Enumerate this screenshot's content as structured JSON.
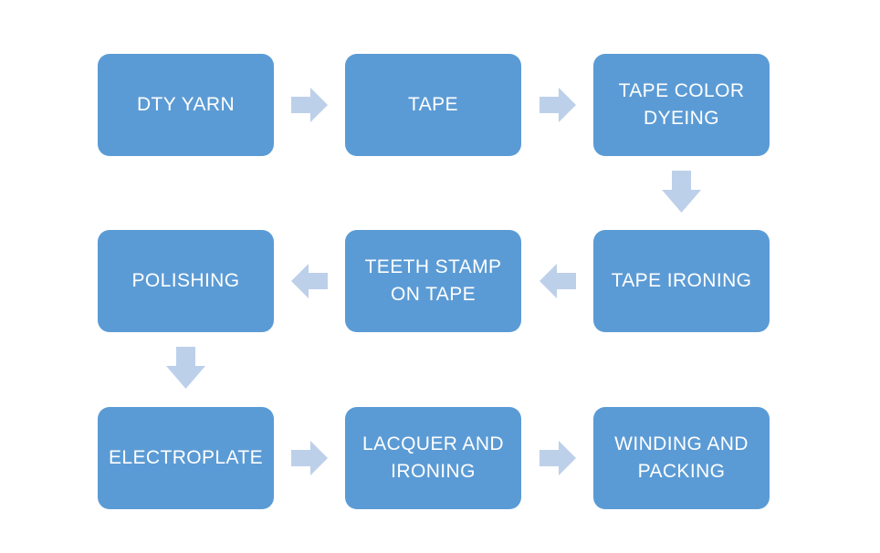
{
  "colors": {
    "box_fill": "#5B9BD5",
    "arrow_fill": "#BDD0EA",
    "box_text": "#FFFFFF",
    "background": "#FFFFFF"
  },
  "flowchart": {
    "type": "process-flow",
    "nodes": [
      {
        "id": "dty-yarn",
        "label": "DTY YARN"
      },
      {
        "id": "tape",
        "label": "TAPE"
      },
      {
        "id": "tape-color-dyeing",
        "label": "TAPE COLOR DYEING"
      },
      {
        "id": "polishing",
        "label": "POLISHING"
      },
      {
        "id": "teeth-stamp-on-tape",
        "label": "TEETH STAMP ON TAPE"
      },
      {
        "id": "tape-ironing",
        "label": "TAPE IRONING"
      },
      {
        "id": "electroplate",
        "label": "ELECTROPLATE"
      },
      {
        "id": "lacquer-and-ironing",
        "label": "LACQUER AND IRONING"
      },
      {
        "id": "winding-and-packing",
        "label": "WINDING AND PACKING"
      }
    ],
    "edges": [
      {
        "from": "dty-yarn",
        "to": "tape",
        "direction": "right"
      },
      {
        "from": "tape",
        "to": "tape-color-dyeing",
        "direction": "right"
      },
      {
        "from": "tape-color-dyeing",
        "to": "tape-ironing",
        "direction": "down"
      },
      {
        "from": "tape-ironing",
        "to": "teeth-stamp-on-tape",
        "direction": "left"
      },
      {
        "from": "teeth-stamp-on-tape",
        "to": "polishing",
        "direction": "left"
      },
      {
        "from": "polishing",
        "to": "electroplate",
        "direction": "down"
      },
      {
        "from": "electroplate",
        "to": "lacquer-and-ironing",
        "direction": "right"
      },
      {
        "from": "lacquer-and-ironing",
        "to": "winding-and-packing",
        "direction": "right"
      }
    ]
  }
}
